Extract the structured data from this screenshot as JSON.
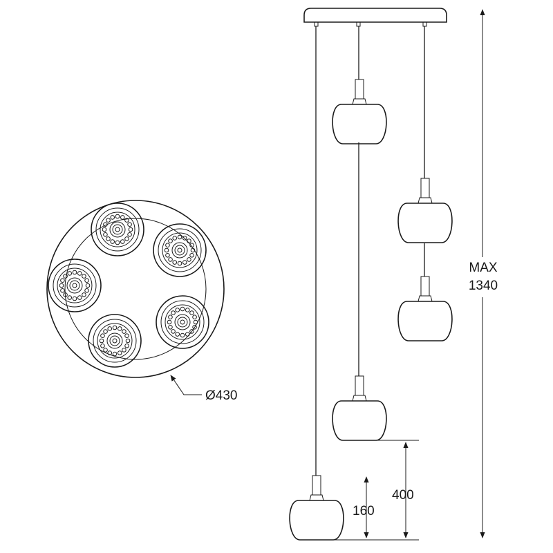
{
  "diameter_label": "Ø430",
  "max_label_line1": "MAX",
  "max_label_line2": "1340",
  "dim_400": "400",
  "dim_160": "160",
  "spot_count": 5,
  "pendant_count": 5
}
